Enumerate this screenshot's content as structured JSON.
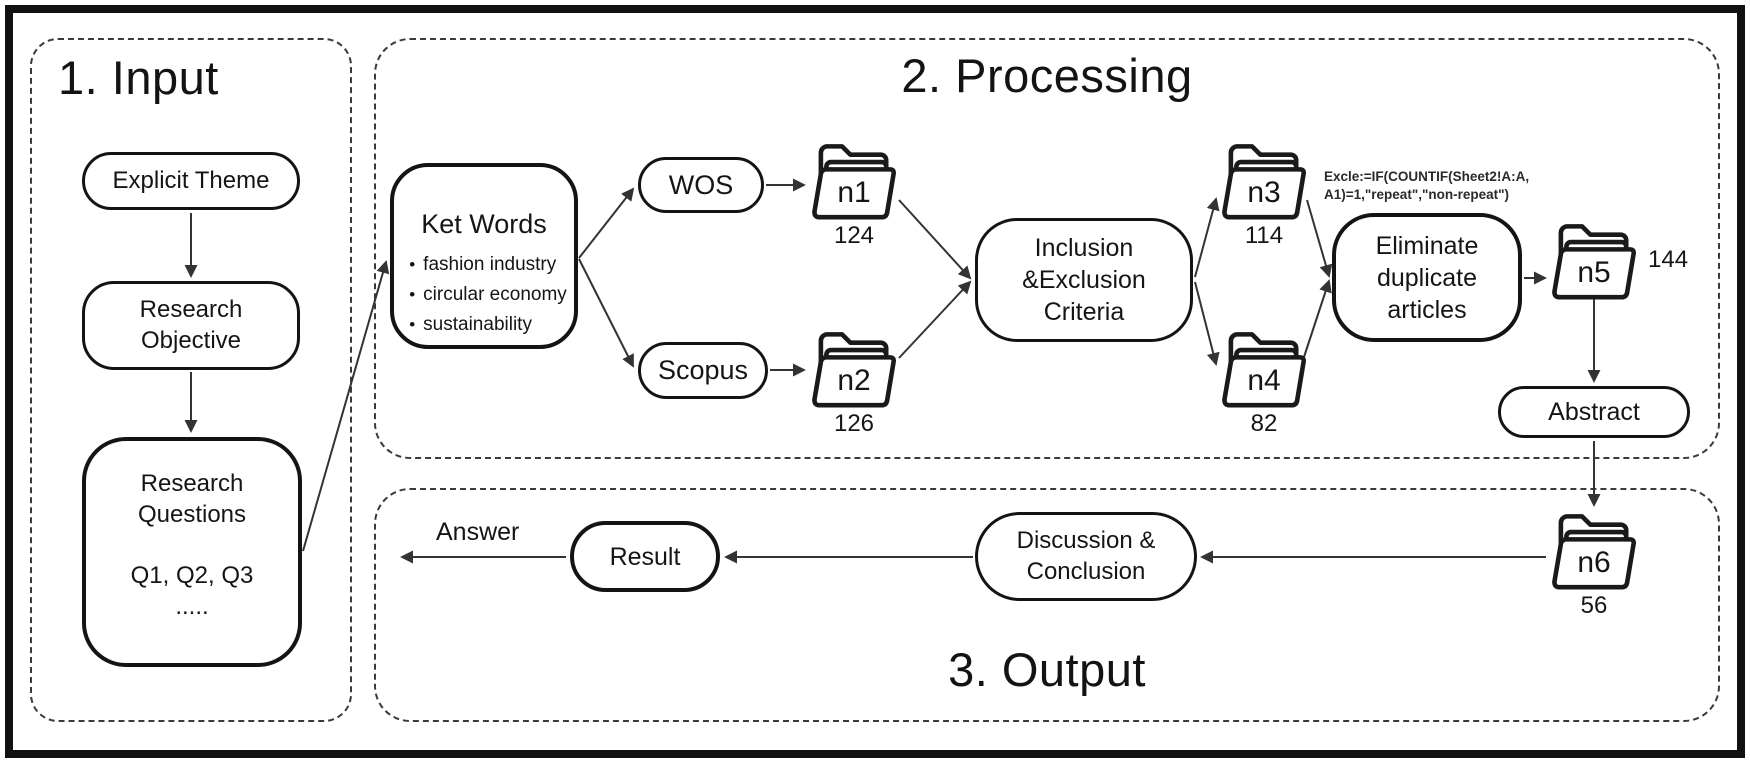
{
  "sections": {
    "input": {
      "title": "1. Input"
    },
    "processing": {
      "title": "2. Processing"
    },
    "output": {
      "title": "3. Output"
    }
  },
  "input": {
    "explicit_theme": "Explicit Theme",
    "research_objective": "Research\nObjective",
    "research_questions": "Research\nQuestions\n\nQ1, Q2, Q3\n....."
  },
  "processing": {
    "ket_words": {
      "title": "Ket Words",
      "bullets": [
        "fashion industry",
        "circular economy",
        "sustainability"
      ]
    },
    "wos": "WOS",
    "scopus": "Scopus",
    "inclusion": "Inclusion\n&Exclusion\nCriteria",
    "formula": "Excle:=IF(COUNTIF(Sheet2!A:A,\nA1)=1,\"repeat\",\"non-repeat\")",
    "eliminate": "Eliminate\nduplicate\narticles",
    "abstract": "Abstract"
  },
  "folders": {
    "n1": {
      "label": "n1",
      "count": "124"
    },
    "n2": {
      "label": "n2",
      "count": "126"
    },
    "n3": {
      "label": "n3",
      "count": "114"
    },
    "n4": {
      "label": "n4",
      "count": "82"
    },
    "n5": {
      "label": "n5",
      "count": "144"
    },
    "n6": {
      "label": "n6",
      "count": "56"
    }
  },
  "output": {
    "discussion": "Discussion &\nConclusion",
    "result": "Result",
    "answer": "Answer"
  }
}
